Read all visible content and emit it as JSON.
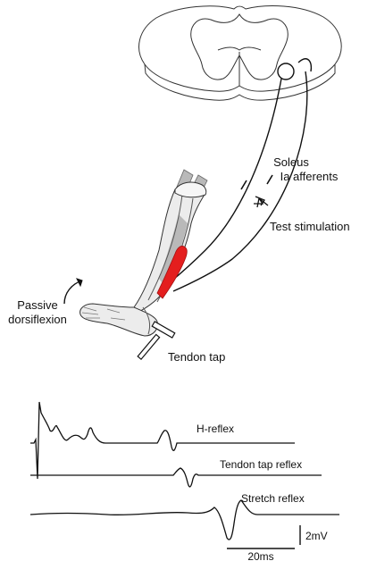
{
  "labels": {
    "afferents_line1": "Soleus",
    "afferents_line2": "Ia afferents",
    "test_stimulation": "Test stimulation",
    "passive_line1": "Passive",
    "passive_line2": "dorsiflexion",
    "tendon_tap": "Tendon tap"
  },
  "traces": {
    "h_reflex": "H-reflex",
    "tendon_tap_reflex": "Tendon tap reflex",
    "stretch_reflex": "Stretch reflex"
  },
  "scale": {
    "voltage": "2mV",
    "time": "20ms"
  },
  "colors": {
    "muscle": "#e41e1e",
    "outline": "#1a1a1a",
    "shade": "#b9b9b9"
  }
}
